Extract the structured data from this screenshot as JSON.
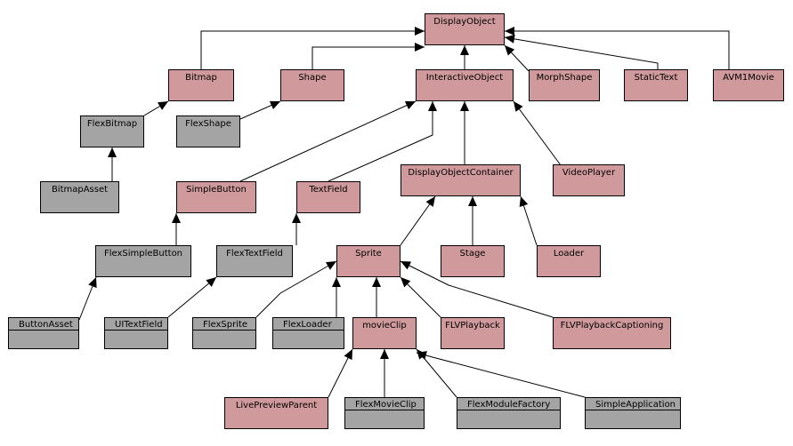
{
  "colors": {
    "flash_class": "#d09a9c",
    "flex_class": "#a4a4a4",
    "line": "#000000"
  },
  "nodes": [
    {
      "id": "DisplayObject",
      "label": "DisplayObject",
      "kind": "flash"
    },
    {
      "id": "Bitmap",
      "label": "Bitmap",
      "kind": "flash"
    },
    {
      "id": "Shape",
      "label": "Shape",
      "kind": "flash"
    },
    {
      "id": "InteractiveObject",
      "label": "InteractiveObject",
      "kind": "flash"
    },
    {
      "id": "MorphShape",
      "label": "MorphShape",
      "kind": "flash"
    },
    {
      "id": "StaticText",
      "label": "StaticText",
      "kind": "flash"
    },
    {
      "id": "AVM1Movie",
      "label": "AVM1Movie",
      "kind": "flash"
    },
    {
      "id": "FlexBitmap",
      "label": "FlexBitmap",
      "kind": "flex"
    },
    {
      "id": "FlexShape",
      "label": "FlexShape",
      "kind": "flex"
    },
    {
      "id": "BitmapAsset",
      "label": "BitmapAsset",
      "kind": "flex"
    },
    {
      "id": "SimpleButton",
      "label": "SimpleButton",
      "kind": "flash"
    },
    {
      "id": "TextField",
      "label": "TextField",
      "kind": "flash"
    },
    {
      "id": "DisplayObjectContainer",
      "label": "DisplayObjectContainer",
      "kind": "flash"
    },
    {
      "id": "VideoPlayer",
      "label": "VideoPlayer",
      "kind": "flash"
    },
    {
      "id": "FlexSimpleButton",
      "label": "FlexSimpleButton",
      "kind": "flex"
    },
    {
      "id": "FlexTextField",
      "label": "FlexTextField",
      "kind": "flex"
    },
    {
      "id": "Sprite",
      "label": "Sprite",
      "kind": "flash"
    },
    {
      "id": "Stage",
      "label": "Stage",
      "kind": "flash"
    },
    {
      "id": "Loader",
      "label": "Loader",
      "kind": "flash"
    },
    {
      "id": "ButtonAsset",
      "label": "ButtonAsset",
      "kind": "flex-small"
    },
    {
      "id": "UITextField",
      "label": "UITextField",
      "kind": "flex-small"
    },
    {
      "id": "FlexSprite",
      "label": "FlexSprite",
      "kind": "flex-small"
    },
    {
      "id": "FlexLoader",
      "label": "FlexLoader",
      "kind": "flex-small"
    },
    {
      "id": "movieClip",
      "label": "movieClip",
      "kind": "flash"
    },
    {
      "id": "FLVPlayback",
      "label": "FLVPlayback",
      "kind": "flash"
    },
    {
      "id": "FLVPlaybackCaptioning",
      "label": "FLVPlaybackCaptioning",
      "kind": "flash"
    },
    {
      "id": "LivePreviewParent",
      "label": "LivePreviewParent",
      "kind": "flash"
    },
    {
      "id": "FlexMovieClip",
      "label": "FlexMovieClip",
      "kind": "flex-small"
    },
    {
      "id": "FlexModuleFactory",
      "label": "FlexModuleFactory",
      "kind": "flex-small"
    },
    {
      "id": "SimpleApplication",
      "label": "SimpleApplication",
      "kind": "flex-small"
    }
  ],
  "edges": [
    {
      "from": "Bitmap",
      "to": "DisplayObject"
    },
    {
      "from": "Shape",
      "to": "DisplayObject"
    },
    {
      "from": "InteractiveObject",
      "to": "DisplayObject"
    },
    {
      "from": "MorphShape",
      "to": "DisplayObject"
    },
    {
      "from": "StaticText",
      "to": "DisplayObject"
    },
    {
      "from": "AVM1Movie",
      "to": "DisplayObject"
    },
    {
      "from": "FlexBitmap",
      "to": "Bitmap"
    },
    {
      "from": "FlexShape",
      "to": "Shape"
    },
    {
      "from": "BitmapAsset",
      "to": "FlexBitmap"
    },
    {
      "from": "SimpleButton",
      "to": "InteractiveObject"
    },
    {
      "from": "TextField",
      "to": "InteractiveObject"
    },
    {
      "from": "DisplayObjectContainer",
      "to": "InteractiveObject"
    },
    {
      "from": "VideoPlayer",
      "to": "InteractiveObject"
    },
    {
      "from": "FlexSimpleButton",
      "to": "SimpleButton"
    },
    {
      "from": "FlexTextField",
      "to": "TextField"
    },
    {
      "from": "Sprite",
      "to": "DisplayObjectContainer"
    },
    {
      "from": "Stage",
      "to": "DisplayObjectContainer"
    },
    {
      "from": "Loader",
      "to": "DisplayObjectContainer"
    },
    {
      "from": "ButtonAsset",
      "to": "FlexSimpleButton"
    },
    {
      "from": "UITextField",
      "to": "FlexTextField"
    },
    {
      "from": "FlexSprite",
      "to": "Sprite"
    },
    {
      "from": "FlexLoader",
      "to": "Sprite"
    },
    {
      "from": "movieClip",
      "to": "Sprite"
    },
    {
      "from": "FLVPlayback",
      "to": "Sprite"
    },
    {
      "from": "FLVPlaybackCaptioning",
      "to": "Sprite"
    },
    {
      "from": "LivePreviewParent",
      "to": "movieClip"
    },
    {
      "from": "FlexMovieClip",
      "to": "movieClip"
    },
    {
      "from": "FlexModuleFactory",
      "to": "movieClip"
    },
    {
      "from": "SimpleApplication",
      "to": "movieClip"
    }
  ]
}
